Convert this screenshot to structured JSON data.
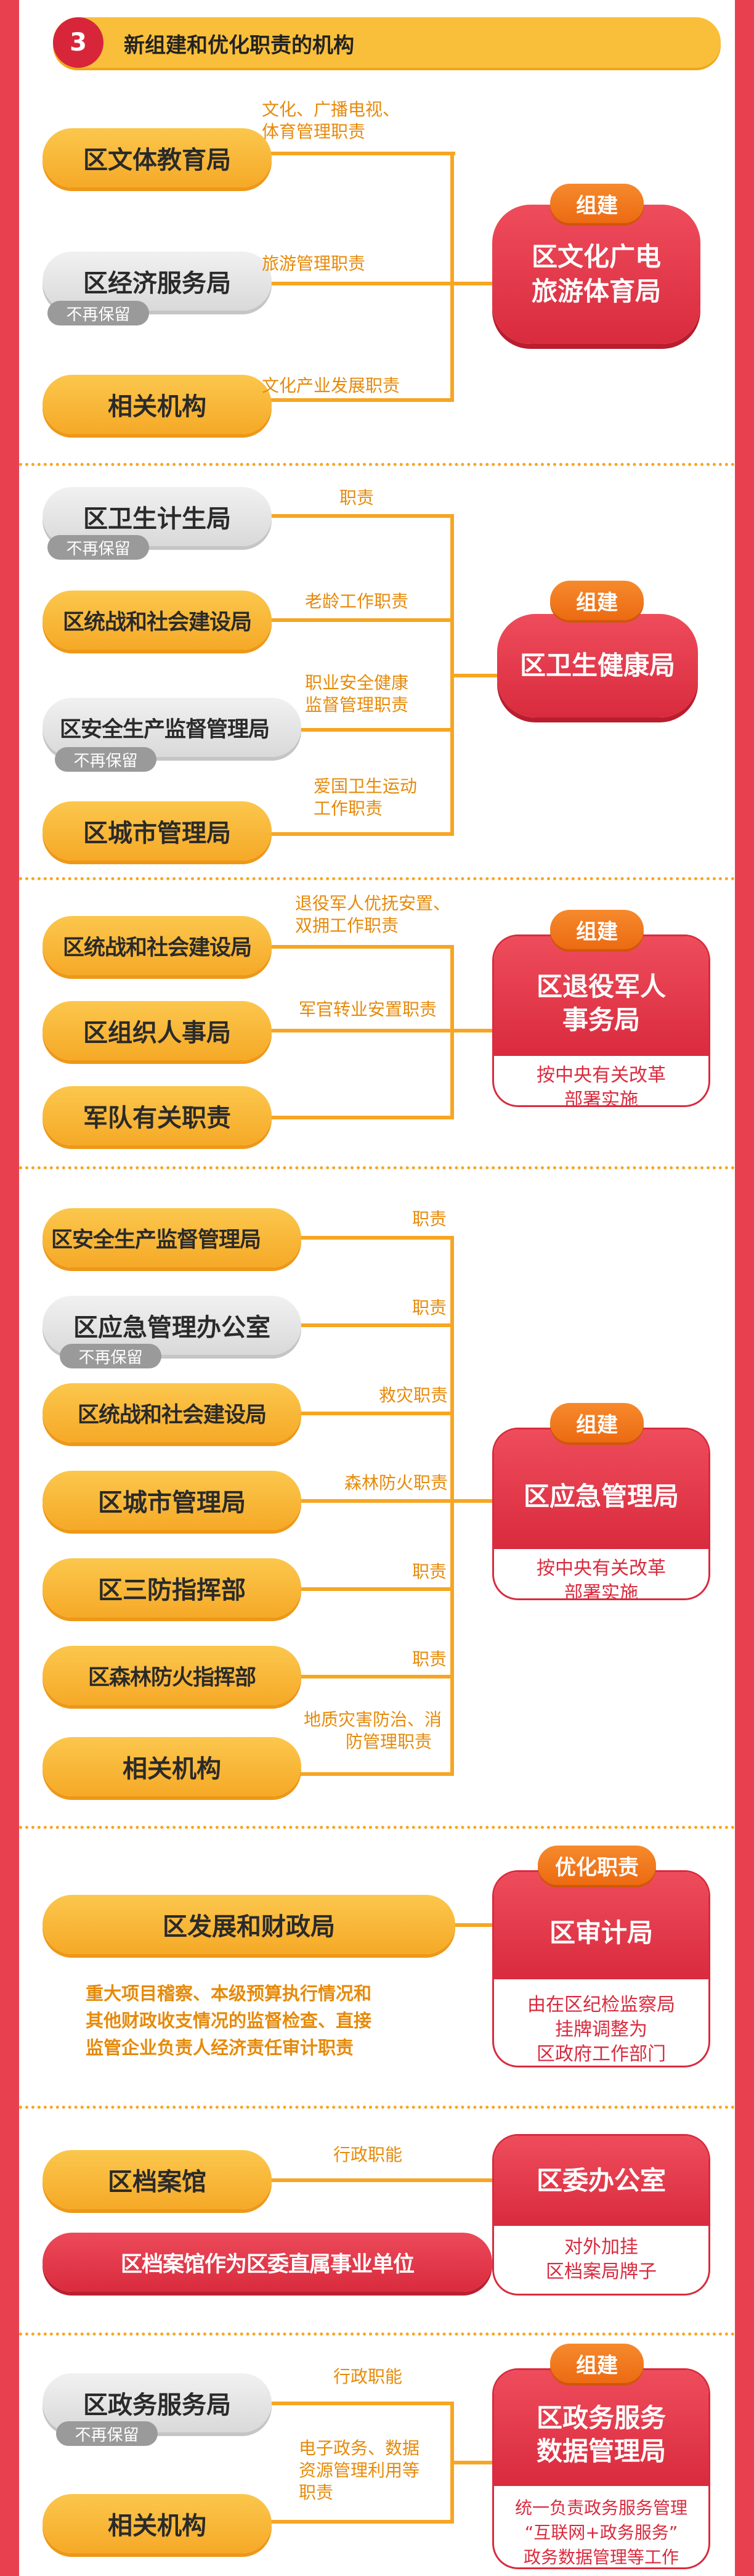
{
  "header": {
    "number": "3",
    "title": "新组建和优化职责的机构"
  },
  "s1": {
    "source1": "区文体教育局",
    "source2": "区经济服务局",
    "source2_tag": "不再保留",
    "source3": "相关机构",
    "label1a": "文化、广播电视、",
    "label1b": "体育管理职责",
    "label2": "旅游管理职责",
    "label3": "文化产业发展职责",
    "badge": "组建",
    "target_l1": "区文化广电",
    "target_l2": "旅游体育局"
  },
  "s2": {
    "source1": "区卫生计生局",
    "source1_tag": "不再保留",
    "source2": "区统战和社会建设局",
    "source3": "区安全生产监督管理局",
    "source3_tag": "不再保留",
    "source4": "区城市管理局",
    "label1": "职责",
    "label2": "老龄工作职责",
    "label3a": "职业安全健康",
    "label3b": "监督管理职责",
    "label4a": "爱国卫生运动",
    "label4b": "工作职责",
    "badge": "组建",
    "target": "区卫生健康局"
  },
  "s3": {
    "source1": "区统战和社会建设局",
    "source2": "区组织人事局",
    "source3": "军队有关职责",
    "label1a": "退役军人优抚安置、",
    "label1b": "双拥工作职责",
    "label2": "军官转业安置职责",
    "badge": "组建",
    "target_l1": "区退役军人",
    "target_l2": "事务局",
    "note_l1": "按中央有关改革",
    "note_l2": "部署实施"
  },
  "s4": {
    "source1": "区安全生产监督管理局",
    "source2": "区应急管理办公室",
    "source2_tag": "不再保留",
    "source3": "区统战和社会建设局",
    "source4": "区城市管理局",
    "source5": "区三防指挥部",
    "source6": "区森林防火指挥部",
    "source7": "相关机构",
    "label1": "职责",
    "label2": "职责",
    "label3": "救灾职责",
    "label4": "森林防火职责",
    "label5": "职责",
    "label6": "职责",
    "label7a": "地质灾害防治、消",
    "label7b": "防管理职责",
    "badge": "组建",
    "target": "区应急管理局",
    "note_l1": "按中央有关改革",
    "note_l2": "部署实施"
  },
  "s5": {
    "source": "区发展和财政局",
    "para_l1": "重大项目稽察、本级预算执行情况和",
    "para_l2": "其他财政收支情况的监督检查、直接",
    "para_l3": "监管企业负责人经济责任审计职责",
    "badge": "优化职责",
    "target": "区审计局",
    "note_l1": "由在区纪检监察局",
    "note_l2": "挂牌调整为",
    "note_l3": "区政府工作部门"
  },
  "s6": {
    "source1": "区档案馆",
    "source2": "区档案馆作为区委直属事业单位",
    "label1": "行政职能",
    "target": "区委办公室",
    "note_l1": "对外加挂",
    "note_l2": "区档案局牌子"
  },
  "s7": {
    "source1": "区政务服务局",
    "source1_tag": "不再保留",
    "source2": "相关机构",
    "label1": "行政职能",
    "label2a": "电子政务、数据",
    "label2b": "资源管理利用等",
    "label2c": "职责",
    "badge": "组建",
    "target_l1": "区政务服务",
    "target_l2": "数据管理局",
    "note_l1": "统一负责政务服务管理",
    "note_l2": "“互联网+政务服务”",
    "note_l3": "政务数据管理等工作"
  }
}
